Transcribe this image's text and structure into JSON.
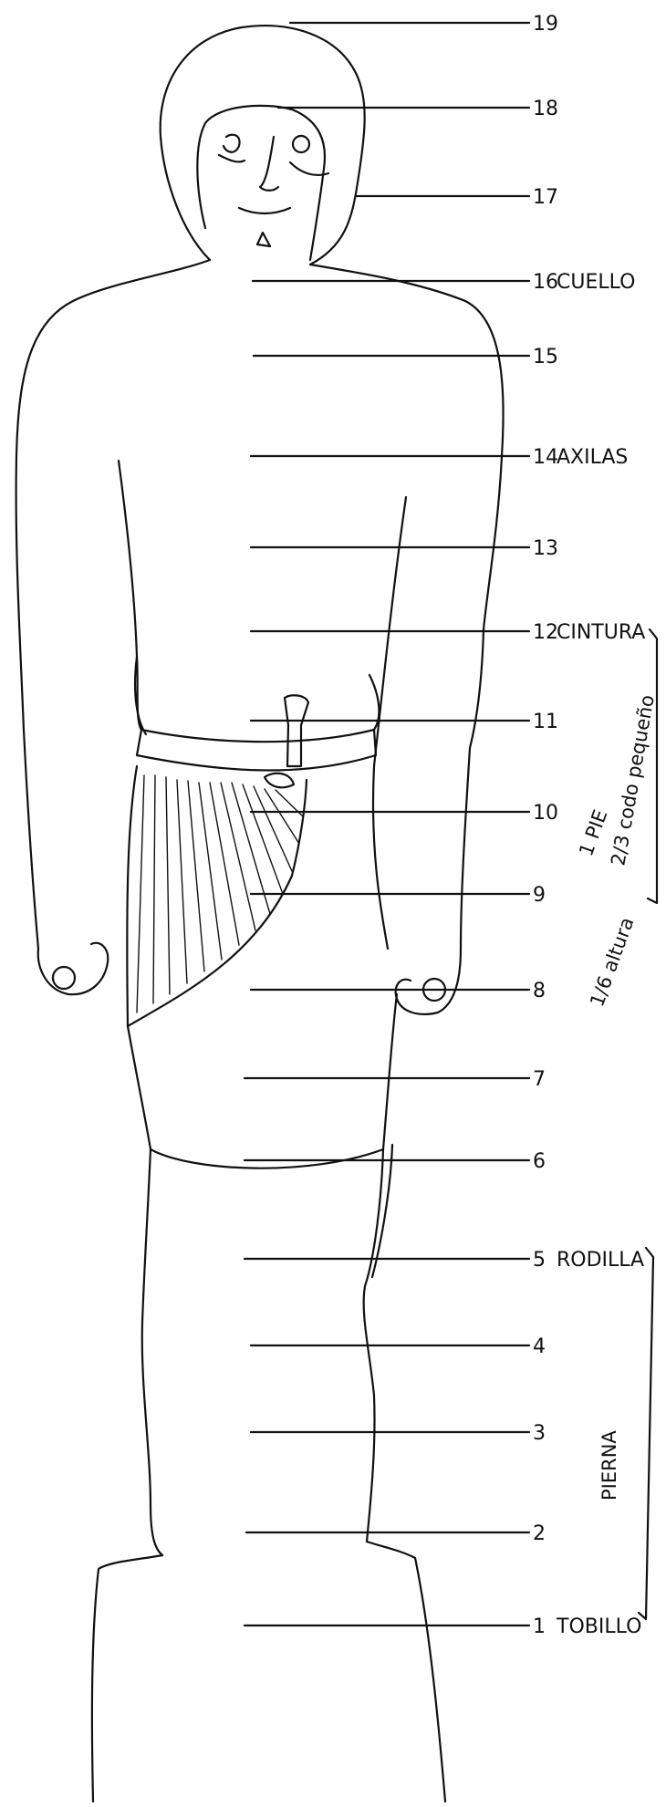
{
  "levels": [
    {
      "number": "19",
      "name": ""
    },
    {
      "number": "18",
      "name": ""
    },
    {
      "number": "17",
      "name": ""
    },
    {
      "number": "16",
      "name": "CUELLO"
    },
    {
      "number": "15",
      "name": ""
    },
    {
      "number": "14",
      "name": "AXILAS"
    },
    {
      "number": "13",
      "name": ""
    },
    {
      "number": "12",
      "name": "CINTURA"
    },
    {
      "number": "11",
      "name": ""
    },
    {
      "number": "10",
      "name": ""
    },
    {
      "number": "9",
      "name": ""
    },
    {
      "number": "8",
      "name": ""
    },
    {
      "number": "7",
      "name": ""
    },
    {
      "number": "6",
      "name": ""
    },
    {
      "number": "5",
      "name": "RODILLA"
    },
    {
      "number": "4",
      "name": ""
    },
    {
      "number": "3",
      "name": ""
    },
    {
      "number": "2",
      "name": ""
    },
    {
      "number": "1",
      "name": "TOBILLO"
    }
  ],
  "side_notes": {
    "pie": "1 PIE",
    "codo": "2/3 codo pequeño",
    "altura": "1/6 altura",
    "pierna": "PIERNA"
  },
  "colors": {
    "ink": "#111111",
    "paper": "#ffffff"
  }
}
